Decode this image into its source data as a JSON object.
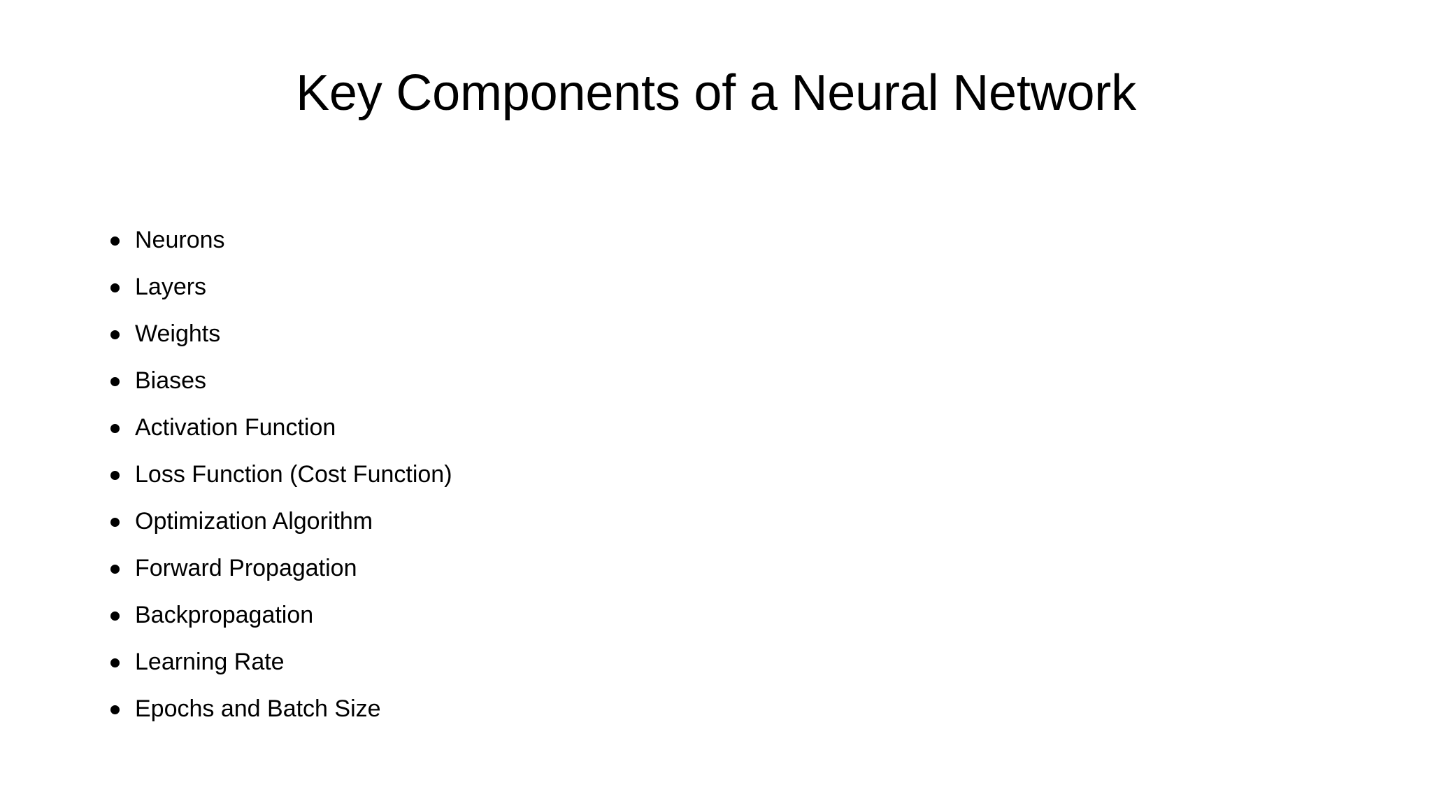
{
  "slide": {
    "background_color": "#FFFFFF",
    "text_color": "#000000",
    "title": "Key Components of a Neural Network",
    "bullets": [
      {
        "label": "Neurons"
      },
      {
        "label": "Layers"
      },
      {
        "label": "Weights"
      },
      {
        "label": "Biases"
      },
      {
        "label": "Activation Function"
      },
      {
        "label": "Loss Function (Cost Function)"
      },
      {
        "label": "Optimization Algorithm"
      },
      {
        "label": "Forward Propagation"
      },
      {
        "label": "Backpropagation"
      },
      {
        "label": "Learning Rate"
      },
      {
        "label": "Epochs and Batch Size"
      }
    ]
  }
}
